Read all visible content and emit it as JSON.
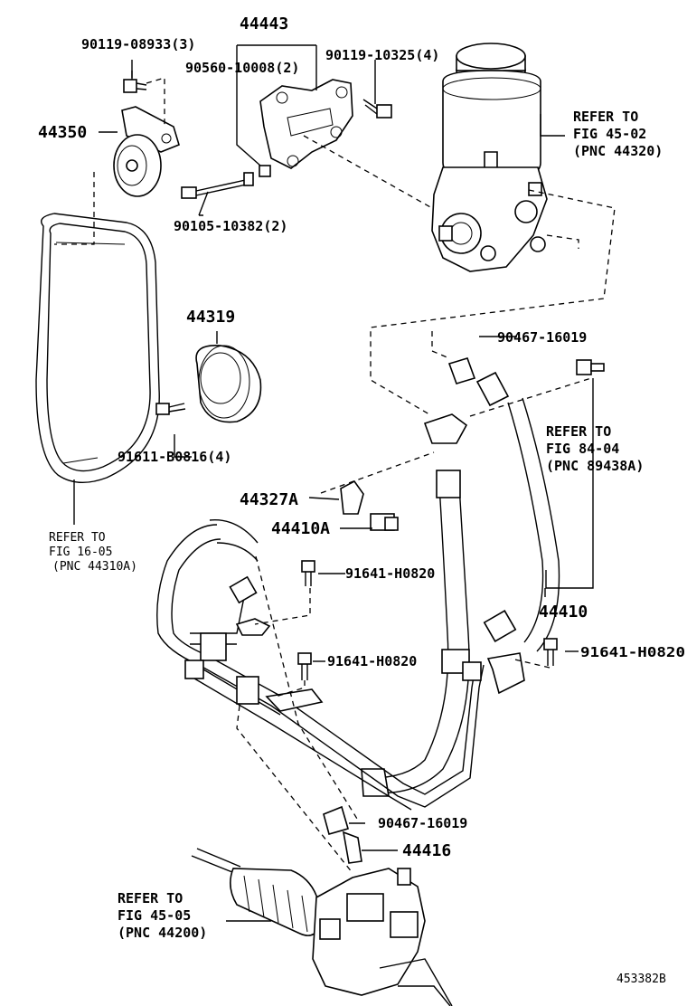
{
  "labels": {
    "bracket_assy": "44443",
    "bolt_90119_08933": "90119-08933(3)",
    "bolt_90560": "90560-10008(2)",
    "bolt_90119_10325": "90119-10325(4)",
    "idler_pulley": "44350",
    "bolt_90105": "90105-10382(2)",
    "pump_pulley": "44319",
    "bolt_91611": "91611-B0816(4)",
    "clip_90467_top": "90467-16019",
    "clamp_44327a": "44327A",
    "union_44410a": "44410A",
    "bolt_91641_a": "91641-H0820",
    "bolt_91641_b": "91641-H0820",
    "bolt_91641_c": "91641-H0820",
    "tube_assy": "44410",
    "clip_90467_bottom": "90467-16019",
    "hose_44416": "44416",
    "figure_number": "453382B"
  },
  "references": {
    "ref_45_02": [
      "REFER TO",
      "FIG 45-02",
      "(PNC 44320)"
    ],
    "ref_84_04": [
      "REFER TO",
      "FIG 84-04",
      "(PNC 89438A)"
    ],
    "ref_16_05": [
      "REFER TO",
      "FIG 16-05",
      "(PNC 44310A)"
    ],
    "ref_45_05": [
      "REFER TO",
      "FIG 45-05",
      "(PNC 44200)"
    ]
  }
}
